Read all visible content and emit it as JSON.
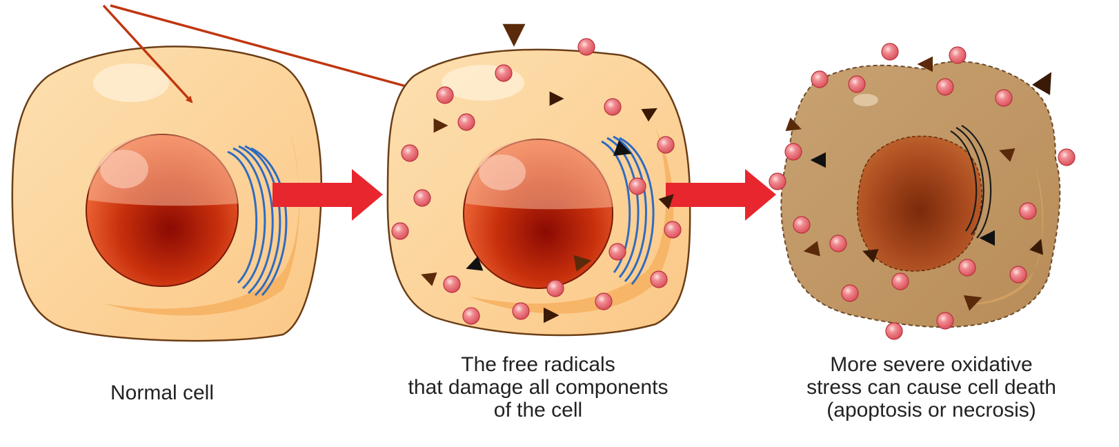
{
  "colors": {
    "cell_fill": "#fcd39a",
    "cell_edge": "#7a4a1e",
    "cell_inner_band": "#f7b566",
    "nucleus_dark": "#9a0e05",
    "nucleus_light": "#f08a5a",
    "golgi": "#3a78c8",
    "process_arrow": "#e8262e",
    "pointer_arrow": "#c0360e",
    "radical": "#e8626b",
    "radical_highlight": "#fbd0cf",
    "oxidant": "#5a2a0a",
    "dead_cell_fill": "#c59a6a",
    "dead_nucleus": "#a8491e"
  },
  "stages": [
    {
      "id": "normal",
      "caption": [
        "Normal cell"
      ]
    },
    {
      "id": "damage",
      "caption": [
        "The free radicals",
        "that damage all components",
        "of the cell"
      ]
    },
    {
      "id": "death",
      "caption": [
        "More severe oxidative",
        "stress can cause cell death",
        "(apoptosis or necrosis)"
      ]
    }
  ]
}
